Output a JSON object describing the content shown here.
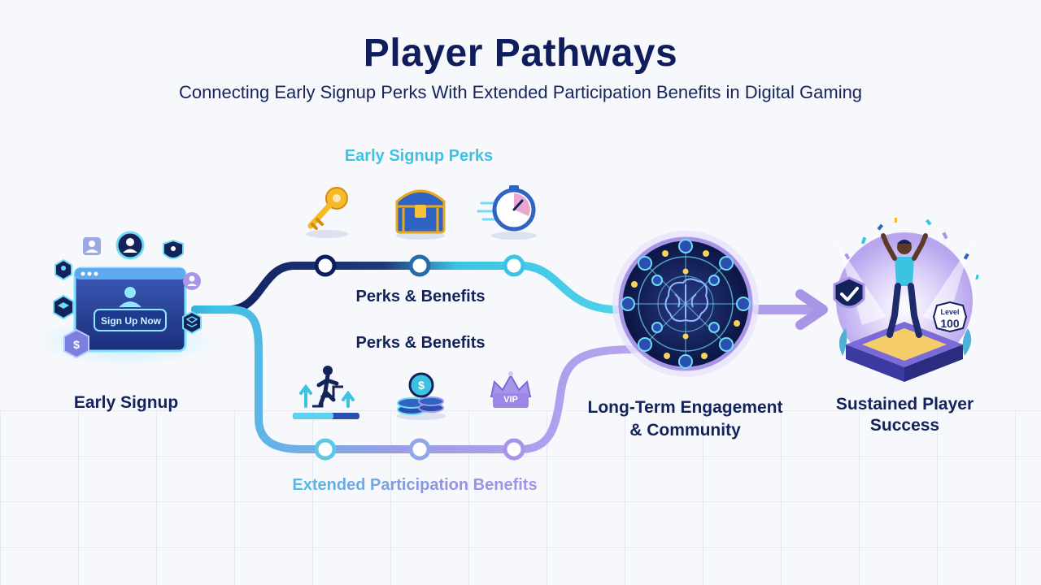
{
  "header": {
    "title": "Player Pathways",
    "subtitle": "Connecting Early Signup Perks With Extended Participation Benefits in Digital Gaming"
  },
  "stages": {
    "early_signup": "Early Signup",
    "engagement": "Long-Term Engagement\n& Community",
    "success": "Sustained Player\nSuccess"
  },
  "paths": {
    "upper_title": "Early Signup Perks",
    "upper_caption": "Perks & Benefits",
    "lower_caption": "Perks & Benefits",
    "lower_title": "Extended Participation Benefits"
  },
  "signup_card": {
    "button_label": "Sign Up Now"
  },
  "badge": {
    "level_label": "Level",
    "level_value": "100"
  },
  "crown": {
    "label": "VIP"
  },
  "icons": {
    "upper": [
      "key-icon",
      "treasure-chest-icon",
      "stopwatch-icon"
    ],
    "lower": [
      "climbing-player-icon",
      "coin-stack-icon",
      "vip-crown-icon"
    ]
  },
  "colors": {
    "navy": "#13225a",
    "cyan": "#3cc3e4",
    "lavender": "#a995e8"
  }
}
